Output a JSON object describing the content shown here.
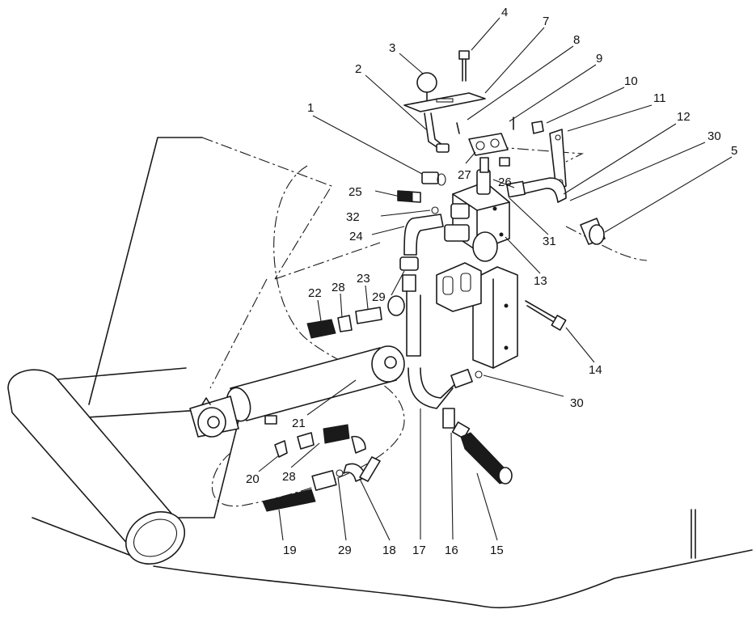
{
  "callouts": [
    {
      "id": "c1",
      "text": "1"
    },
    {
      "id": "c2",
      "text": "2"
    },
    {
      "id": "c3",
      "text": "3"
    },
    {
      "id": "c4",
      "text": "4"
    },
    {
      "id": "c5",
      "text": "5"
    },
    {
      "id": "c7",
      "text": "7"
    },
    {
      "id": "c8",
      "text": "8"
    },
    {
      "id": "c9",
      "text": "9"
    },
    {
      "id": "c10",
      "text": "10"
    },
    {
      "id": "c11",
      "text": "11"
    },
    {
      "id": "c12",
      "text": "12"
    },
    {
      "id": "c13",
      "text": "13"
    },
    {
      "id": "c14",
      "text": "14"
    },
    {
      "id": "c15",
      "text": "15"
    },
    {
      "id": "c16",
      "text": "16"
    },
    {
      "id": "c17",
      "text": "17"
    },
    {
      "id": "c18",
      "text": "18"
    },
    {
      "id": "c19",
      "text": "19"
    },
    {
      "id": "c20",
      "text": "20"
    },
    {
      "id": "c21",
      "text": "21"
    },
    {
      "id": "c22",
      "text": "22"
    },
    {
      "id": "c23",
      "text": "23"
    },
    {
      "id": "c24",
      "text": "24"
    },
    {
      "id": "c25",
      "text": "25"
    },
    {
      "id": "c26",
      "text": "26"
    },
    {
      "id": "c27",
      "text": "27"
    },
    {
      "id": "c28a",
      "text": "28"
    },
    {
      "id": "c28b",
      "text": "28"
    },
    {
      "id": "c29a",
      "text": "29"
    },
    {
      "id": "c29b",
      "text": "29"
    },
    {
      "id": "c30a",
      "text": "30"
    },
    {
      "id": "c30b",
      "text": "30"
    },
    {
      "id": "c31",
      "text": "31"
    },
    {
      "id": "c32",
      "text": "32"
    }
  ]
}
